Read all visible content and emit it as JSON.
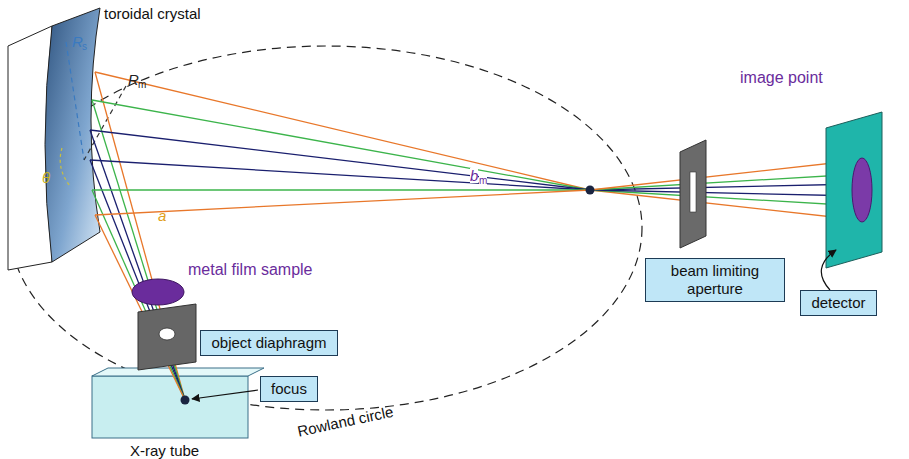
{
  "diagram": {
    "nodes": [
      {
        "text": [
          "object diaphragm"
        ]
      },
      {
        "text": [
          "focus"
        ]
      },
      {
        "text": [
          "beam limiting aperture"
        ]
      },
      {
        "text": [
          "detector"
        ]
      }
    ],
    "labels": [
      "toroidal crystal",
      "R",
      "s",
      "R",
      "m",
      "θ",
      "a",
      "b",
      "m",
      "metal film sample",
      "Rowland circle",
      "image point",
      "X-ray tube"
    ]
  }
}
